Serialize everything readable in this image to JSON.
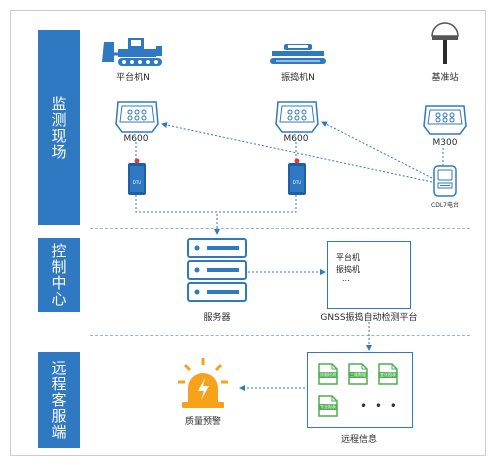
{
  "sections": {
    "monitoring_site": "监测现场",
    "control_center": "控制中心",
    "remote_client": "远程客服端"
  },
  "devices": {
    "bulldozer": "平台机N",
    "roller": "振捣机N",
    "base_station": "基准站",
    "m600_left": "M600",
    "m600_right": "M600",
    "m300": "M300",
    "cdl7": "CDL7电台",
    "dtu_left": "DTU",
    "dtu_right": "DTU"
  },
  "control": {
    "server": "服务器",
    "platform_title": "GNSS振捣自动检测平台",
    "platform_items": [
      "平台机",
      "振捣机",
      "..."
    ]
  },
  "remote": {
    "alarm": "质量预警",
    "info": "远程信息",
    "docs": [
      "质量检测",
      "三维数据",
      "变化图表",
      "专业报表"
    ],
    "more": "• • •"
  },
  "colors": {
    "accent": "#2f79c2",
    "alarm": "#f7a21b",
    "doc": "#4caf50",
    "dtu_red": "#e53935"
  }
}
